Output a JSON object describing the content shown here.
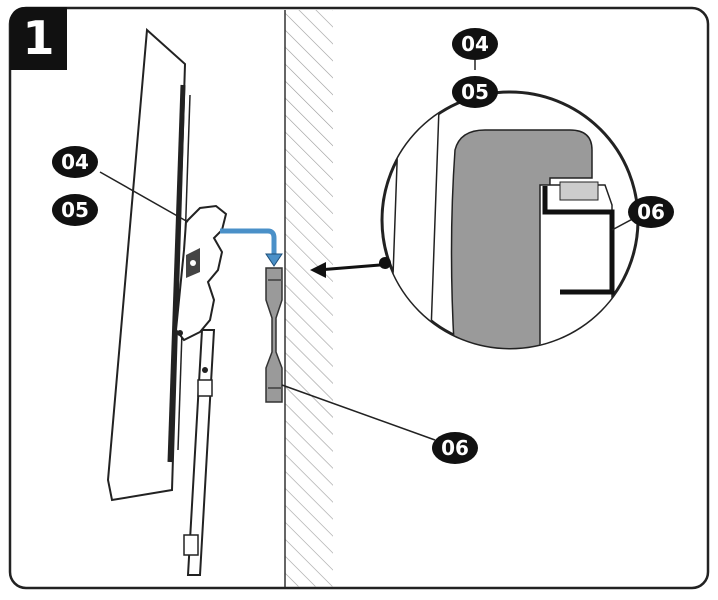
{
  "step": {
    "number": "1"
  },
  "labels": {
    "a_top": "04",
    "a_bottom": "05",
    "b_top": "04",
    "b_bottom": "05",
    "c": "06",
    "d": "06"
  },
  "colors": {
    "arrow": "#4a90c8",
    "ink": "#111111",
    "hook_fill": "#9a9a9a"
  }
}
